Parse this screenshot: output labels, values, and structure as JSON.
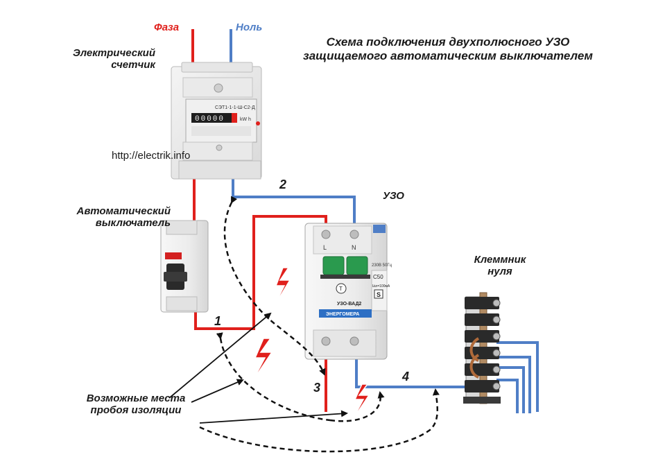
{
  "title": {
    "line1": "Схема подключения двухполюсного УЗО",
    "line2": "защищаемого автоматическим выключателем"
  },
  "labels": {
    "phase": "Фаза",
    "neutral": "Ноль",
    "meter_line1": "Электрический",
    "meter_line2": "счетчик",
    "website": "http://electrik.info",
    "breaker_line1": "Автоматический",
    "breaker_line2": "выключатель",
    "rcd": "УЗО",
    "terminal_line1": "Клеммник",
    "terminal_line2": "нуля",
    "faults_line1": "Возможные места",
    "faults_line2": "пробоя изоляции"
  },
  "wire_numbers": [
    "1",
    "2",
    "3",
    "4"
  ],
  "device_text": {
    "meter_model": "СЭТ1-1-1-Ш-С2-Д",
    "meter_digits": "00000",
    "meter_unit": "kW h",
    "rcd_terminal_l": "L",
    "rcd_terminal_n": "N",
    "rcd_rating_top": "230В  50Гц",
    "rcd_curve": "C50",
    "rcd_current": "I∆n=100мА",
    "rcd_type": "S",
    "rcd_model": "УЗО-ВАД2",
    "rcd_brand": "ЭНЕРГОМЕРА",
    "rcd_test": "Т"
  },
  "colors": {
    "phase_wire": "#e0201c",
    "neutral_wire": "#4f7ec6",
    "phase_label": "#e0201c",
    "neutral_label": "#4f7ec6",
    "lightning": "#e0201c",
    "dashed_path": "#111111",
    "text": "#1a1a1a"
  },
  "icons": [
    "lightning-bolt-icon",
    "arrow-icon"
  ]
}
